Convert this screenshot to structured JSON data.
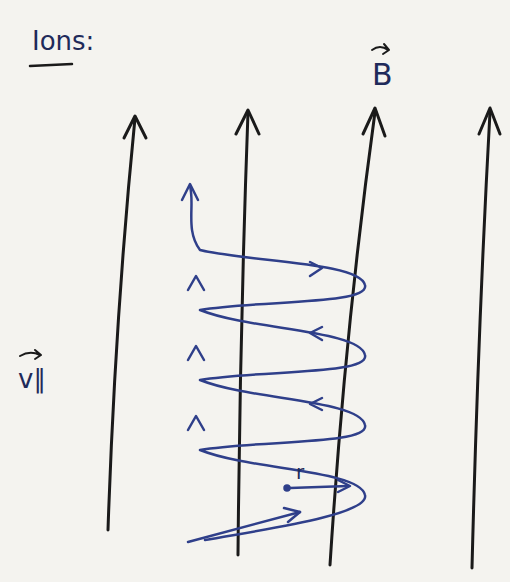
{
  "diagram": {
    "labels": [
      "Ions:",
      "B",
      "v∥",
      "r"
    ]
  }
}
